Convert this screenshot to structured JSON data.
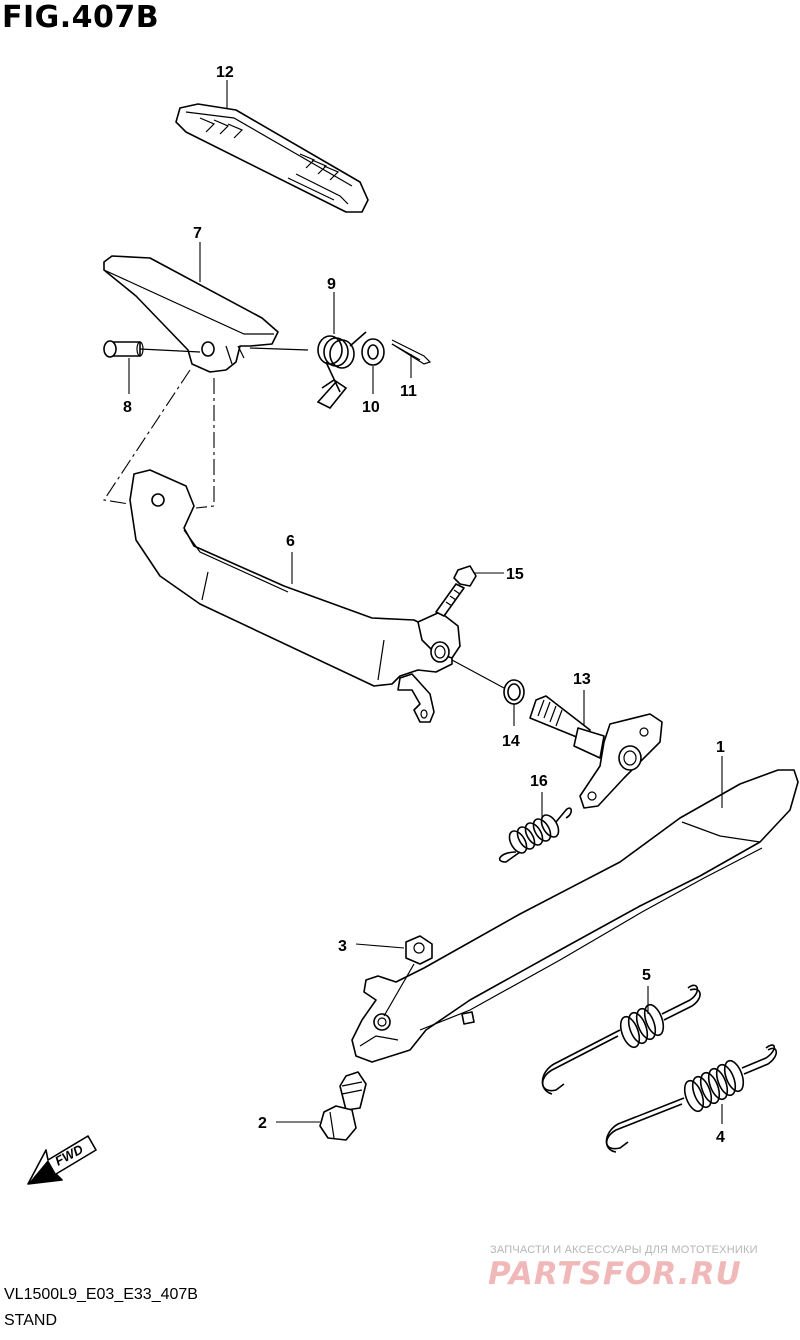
{
  "figure": {
    "title": "FIG.407B",
    "code": "VL1500L9_E03_E33_407B",
    "section": "STAND"
  },
  "watermark": {
    "subtitle": "ЗАПЧАСТИ И АКСЕССУАРЫ ДЛЯ МОТОТЕХНИКИ",
    "logo": "PARTSFOR.RU"
  },
  "fwd_label": "FWD",
  "callouts": {
    "c1": "1",
    "c2": "2",
    "c3": "3",
    "c4": "4",
    "c5": "5",
    "c6": "6",
    "c7": "7",
    "c8": "8",
    "c9": "9",
    "c10": "10",
    "c11": "11",
    "c12": "12",
    "c13": "13",
    "c14": "14",
    "c15": "15",
    "c16": "16"
  }
}
